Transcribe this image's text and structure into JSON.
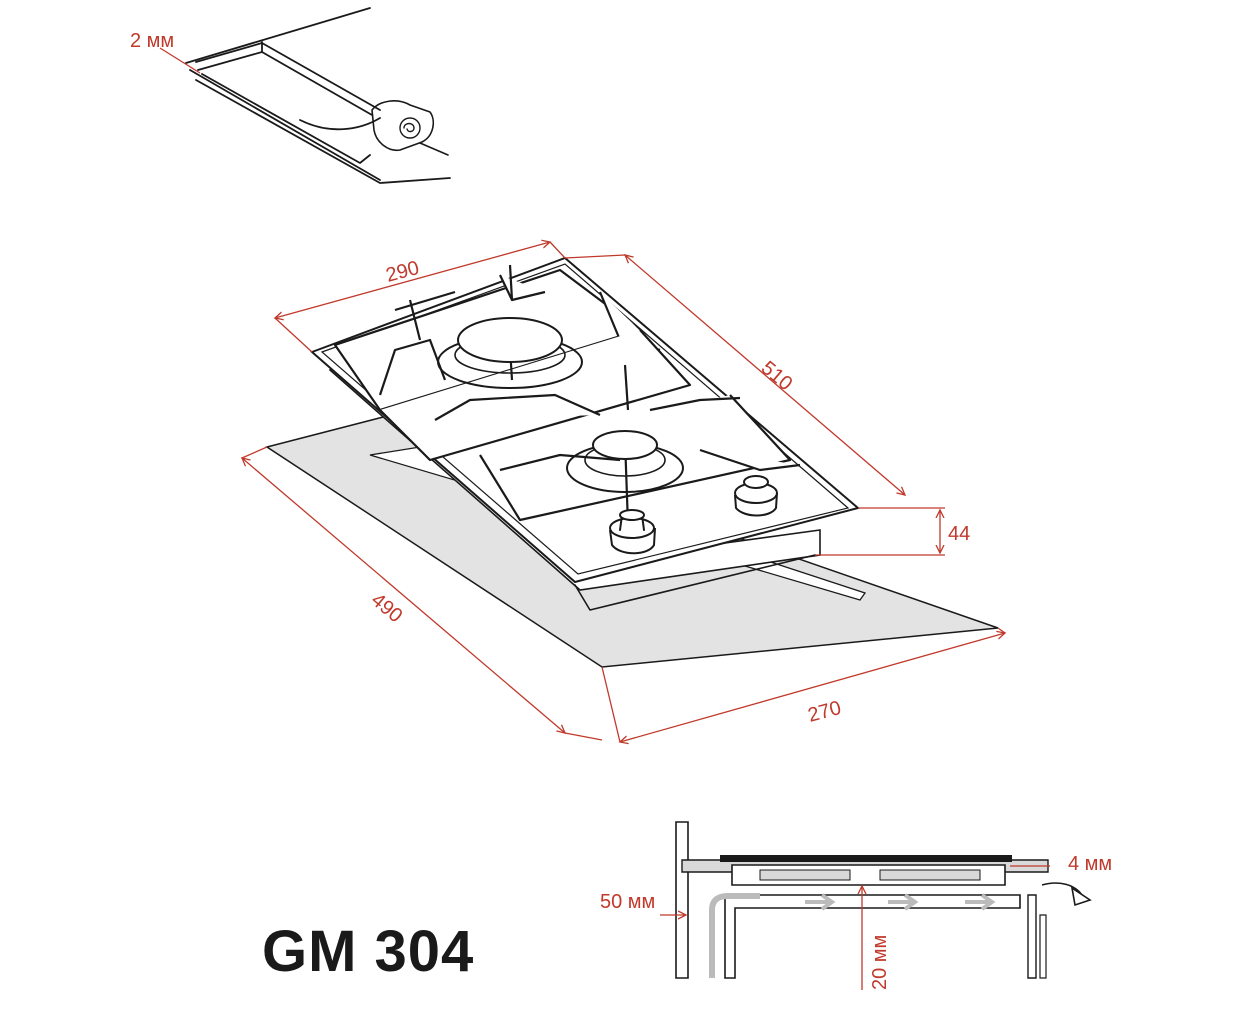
{
  "title": "GM 304",
  "dimensions": {
    "seal_thickness": "2 мм",
    "top_width": "290",
    "top_depth": "510",
    "height": "44",
    "cutout_depth": "490",
    "cutout_width": "270",
    "wall_gap": "50 мм",
    "bottom_gap": "20 мм",
    "front_gap": "4 мм"
  },
  "colors": {
    "dimension": "#c0392b",
    "ink": "#1a1a1a",
    "cutout_fill": "#e3e3e3"
  }
}
